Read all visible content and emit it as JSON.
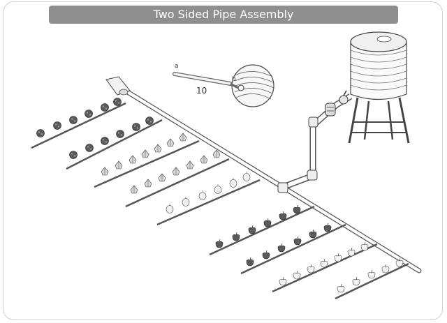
{
  "title": "Two Sided Pipe Assembly",
  "callouts": {
    "a": "a",
    "b": "b",
    "part_number": "10"
  },
  "colors": {
    "title_bar": "#8f8f8f",
    "line": "#555555",
    "plant_dark": "#5a5a5a",
    "plant_light": "#e8e8e8"
  },
  "icons": [
    "water-tank-icon",
    "valve-icon",
    "filter-icon",
    "pipe-connector-icon",
    "end-cap-icon",
    "plant-icon"
  ]
}
